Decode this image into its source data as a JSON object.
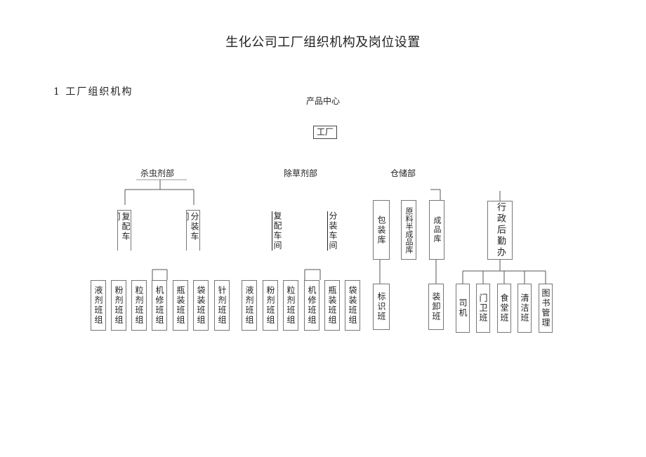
{
  "title": "生化公司工厂组织机构及岗位设置",
  "section_heading": "1 工厂组织机构",
  "product_center": "产品中心",
  "factory": "工厂",
  "departments": {
    "insecticide": "杀虫剂部",
    "herbicide": "除草剂部",
    "storage": "仓储部"
  },
  "workshops": {
    "insecticide_compound": "复配车间",
    "insecticide_packing": "分装车间",
    "herbicide_compound": "复配车间",
    "herbicide_packing": "分装车间"
  },
  "storage_units": {
    "packaging_store": "包装库",
    "raw_material_store": "原料半成品库",
    "finished_store": "成品库",
    "admin_logistics": "行政后勤办"
  },
  "teams_insecticide": [
    "液剂班组",
    "粉剂班组",
    "粒剂班组",
    "机修班组",
    "瓶装班组",
    "袋装班组",
    "针剂班组"
  ],
  "teams_herbicide": [
    "液剂班组",
    "粉剂班组",
    "粒剂班组",
    "机修班组",
    "瓶装班组",
    "袋装班组"
  ],
  "team_labeling": "标识班",
  "team_loading": "装卸班",
  "teams_admin": [
    "司机",
    "门卫班",
    "食堂班",
    "清洁班",
    "图书管理"
  ]
}
